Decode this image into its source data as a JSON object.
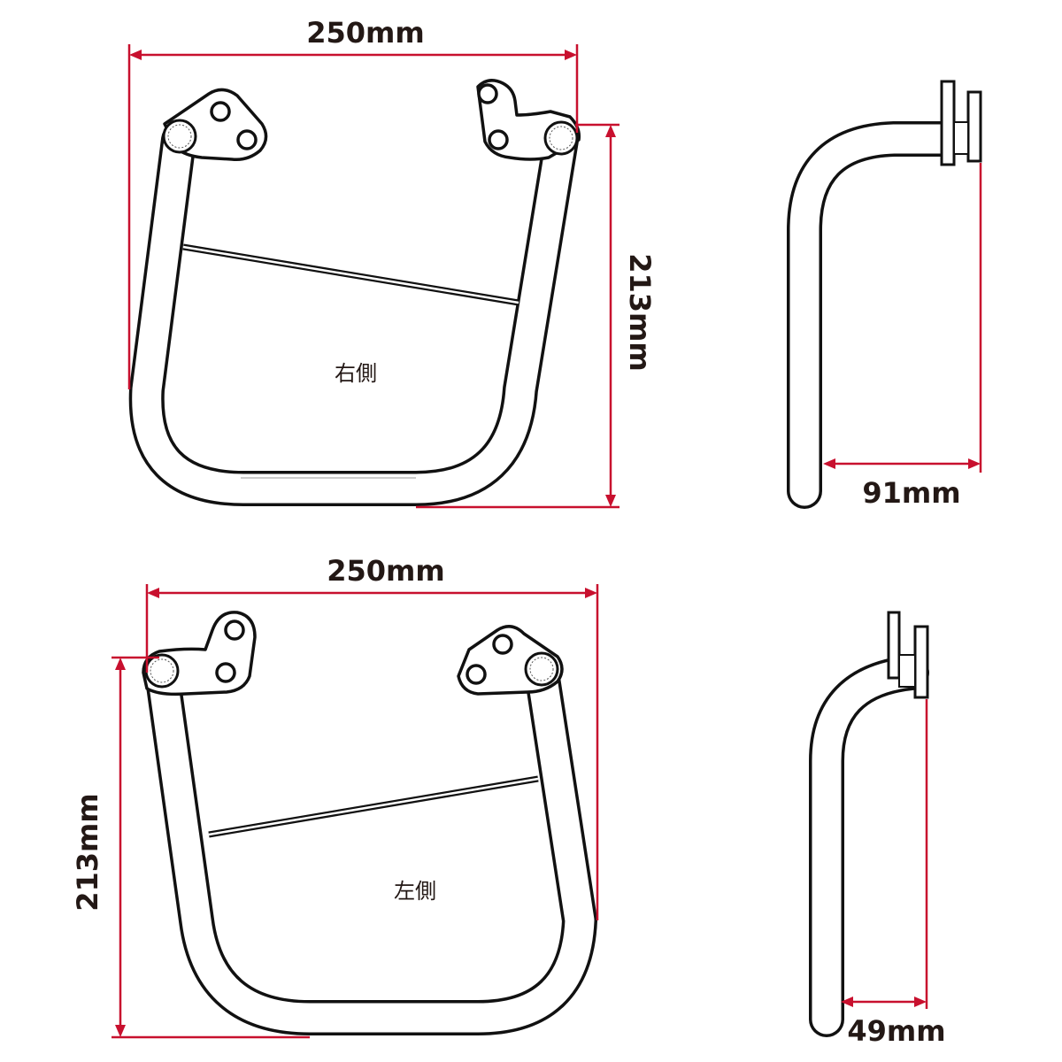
{
  "diagram": {
    "right_side": {
      "label": "右側",
      "width_label": "250mm",
      "height_label": "213mm",
      "depth_label": "91mm"
    },
    "left_side": {
      "label": "左側",
      "width_label": "250mm",
      "height_label": "213mm",
      "depth_label": "49mm"
    }
  },
  "colors": {
    "dimension_line": "#c8102e",
    "outline": "#111111",
    "text": "#231815",
    "background": "#ffffff"
  }
}
